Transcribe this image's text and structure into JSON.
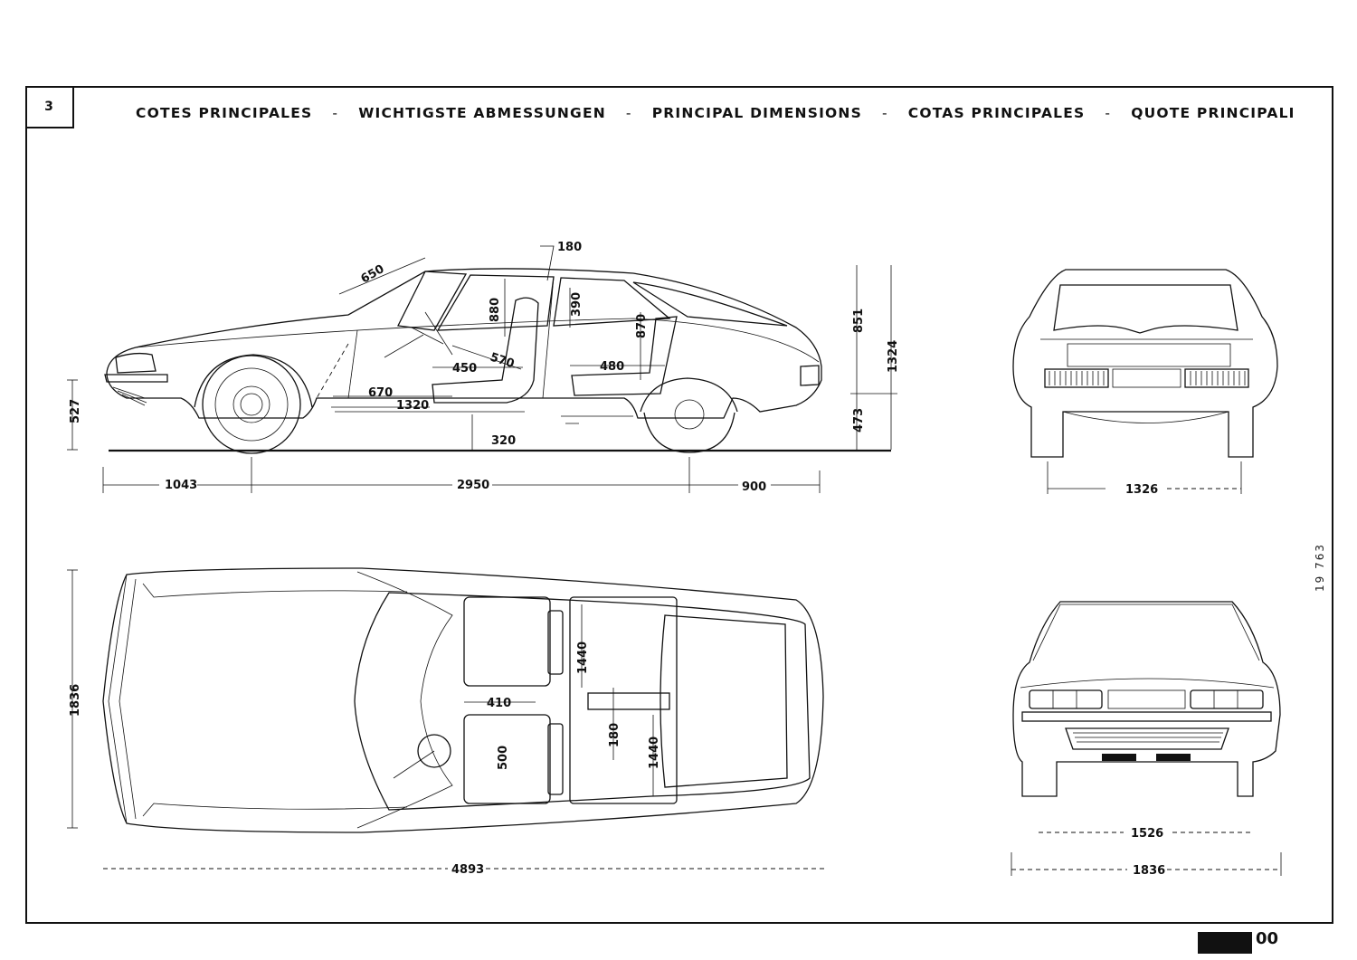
{
  "page": {
    "number": "3",
    "ref_code": "19 763",
    "footer_code": "00"
  },
  "header": {
    "titles": [
      "COTES PRINCIPALES",
      "WICHTIGSTE ABMESSUNGEN",
      "PRINCIPAL DIMENSIONS",
      "COTAS PRINCIPALES",
      "QUOTE PRINCIPALI"
    ],
    "separator": "-"
  },
  "side_view": {
    "front_overhang": "1043",
    "wheelbase": "2950",
    "rear_overhang": "900",
    "windscreen": "650",
    "roof_gap": "180",
    "front_headroom": "880",
    "seat_to_roof": "390",
    "rear_headroom": "870",
    "seat_back": "570",
    "front_seat_depth": "450",
    "rear_seat_depth": "480",
    "pedal_distance": "670",
    "leg_length": "1320",
    "floor_gap": "320",
    "upper_height": "851",
    "total_height": "1324",
    "sill_height": "473",
    "front_height": "527"
  },
  "top_view": {
    "width": "1836",
    "length": "4893",
    "seat_gap": "410",
    "seat_width": "500",
    "center_gap": "180",
    "front_cabin_width": "1440",
    "rear_cabin_width": "1440"
  },
  "rear_view": {
    "track": "1326"
  },
  "front_view": {
    "track": "1526",
    "width": "1836"
  }
}
